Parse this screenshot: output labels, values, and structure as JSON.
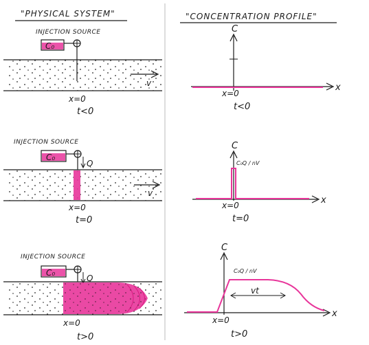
{
  "titles": {
    "left": "\"PHYSICAL SYSTEM\"",
    "right": "\"CONCENTRATION PROFILE\""
  },
  "panels": [
    {
      "source_label": "INJECTION SOURCE",
      "tank_label": "C₀",
      "x_origin": "x=0",
      "time": "t<0"
    },
    {
      "source_label": "INJECTION SOURCE",
      "tank_label": "C₀",
      "flow_label": "Q",
      "x_origin": "x=0",
      "time": "t=0",
      "peak_label": "C₀Q / nV"
    },
    {
      "source_label": "INJECTION SOURCE",
      "tank_label": "C₀",
      "flow_label": "Q",
      "x_origin": "x=0",
      "time": "t>0",
      "peak_label": "C₀Q / nV",
      "distance_label": "vt"
    }
  ],
  "axes": {
    "y": "C",
    "x": "x"
  },
  "velocity_label": "v",
  "colors": {
    "tracer": "#e8359a",
    "ink": "#1a1a1a"
  }
}
